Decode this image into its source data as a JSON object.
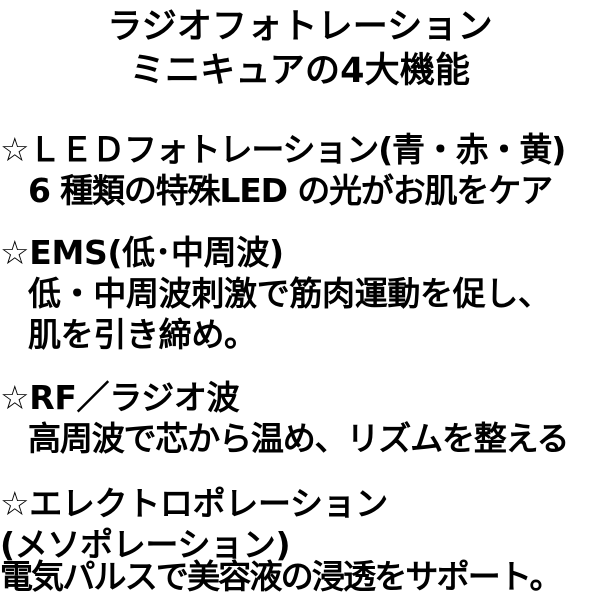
{
  "meta": {
    "background_color": "#ffffff",
    "text_color": "#000000"
  },
  "title": {
    "line1": "ラジオフォトレーション",
    "line2": "ミニキュアの4大機能"
  },
  "sections": [
    {
      "bullet": "☆",
      "heading": "☆ＬＥＤフォトレーション(青・赤・黄)",
      "body": [
        "6 種類の特殊LED の光がお肌をケア"
      ]
    },
    {
      "bullet": "☆",
      "heading": "☆EMS(低･中周波)",
      "body": [
        "低・中周波刺激で筋肉運動を促し、",
        "肌を引き締め。"
      ]
    },
    {
      "bullet": "☆",
      "heading": "☆RF／ラジオ波",
      "body": [
        "高周波で芯から温め、リズムを整える"
      ]
    },
    {
      "bullet": "☆",
      "heading": "☆エレクトロポレーション",
      "heading_cont": "(メソポレーション)",
      "body": [
        "電気パルスで美容液の浸透をサポート。"
      ]
    }
  ]
}
